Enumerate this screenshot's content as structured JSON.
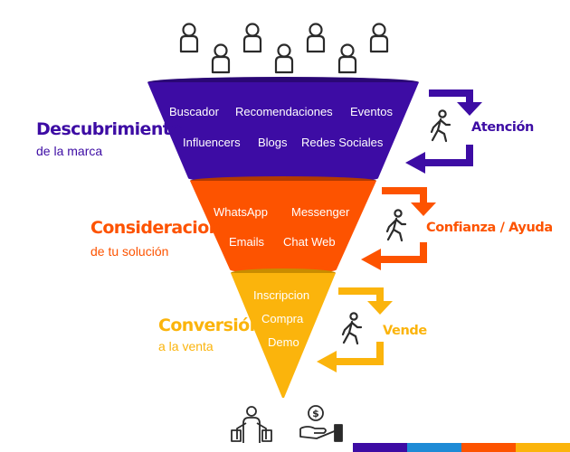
{
  "colors": {
    "purple": "#3d0ca4",
    "orange": "#fd5300",
    "yellow": "#fbb40c",
    "blue": "#1e8bd6",
    "icon": "#2b2b2b"
  },
  "stages": [
    {
      "title": "Descubrimiento",
      "subtitle": "de la marca",
      "channels": [
        "Buscador",
        "Recomendaciones",
        "Eventos",
        "Influencers",
        "Blogs",
        "Redes Sociales"
      ],
      "step": "Atención",
      "color": "purple"
    },
    {
      "title": "Consideracion",
      "subtitle": "de tu solución",
      "channels": [
        "WhatsApp",
        "Messenger",
        "Emails",
        "Chat Web"
      ],
      "step": "Confianza / Ayuda",
      "color": "orange"
    },
    {
      "title": "Conversión",
      "subtitle": "a la venta",
      "channels": [
        "Inscripcion",
        "Compra",
        "Demo"
      ],
      "step": "Vende",
      "color": "yellow"
    }
  ],
  "icons": {
    "top": "people-icon",
    "stage": "walking-person-icon",
    "bottom": [
      "shopper-icon",
      "money-hand-icon"
    ]
  }
}
